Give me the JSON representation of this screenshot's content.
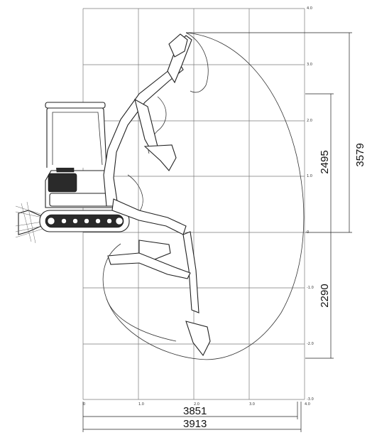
{
  "grid": {
    "x_ticks": [
      "0",
      "1.0",
      "2.0",
      "3.0",
      "4.0"
    ],
    "y_ticks": [
      "4.0",
      "3.0",
      "2.0",
      "1.0",
      "0",
      "-1.0",
      "-2.0",
      "-3.0"
    ]
  },
  "dimensions": {
    "max_reach_ground": "3851",
    "max_reach": "3913",
    "max_dump_height": "2495",
    "max_digging_height": "3579",
    "max_digging_depth": "2290"
  }
}
